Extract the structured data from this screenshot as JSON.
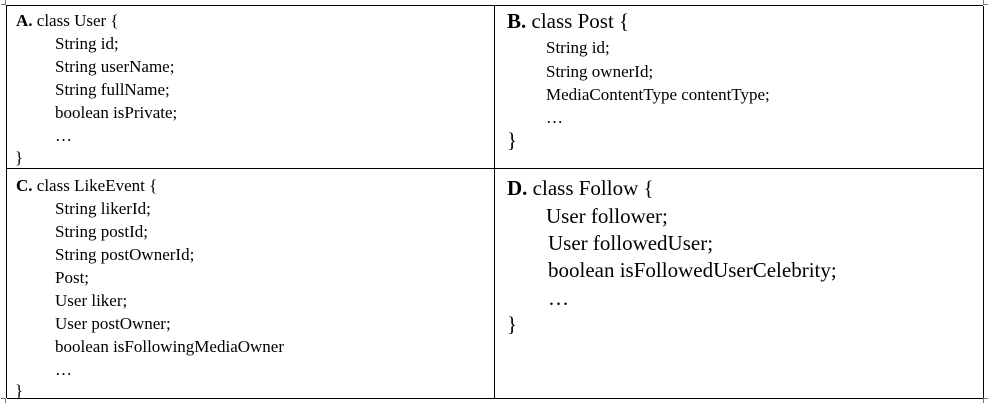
{
  "cells": {
    "a": {
      "letter": "A.",
      "header": " class User {",
      "lines": [
        "String id;",
        "String userName;",
        "String fullName;",
        "boolean isPrivate;",
        "…"
      ],
      "close": "}"
    },
    "b": {
      "letter": "B.",
      "header": " class Post {",
      "lines": [
        "String id;",
        "String ownerId;",
        "MediaContentType contentType;",
        "…"
      ],
      "close": "}"
    },
    "c": {
      "letter": "C.",
      "header": " class LikeEvent {",
      "lines": [
        "String likerId;",
        "String postId;",
        "String postOwnerId;",
        "Post;",
        "User liker;",
        "User postOwner;",
        "boolean isFollowingMediaOwner",
        "…"
      ],
      "close": "}"
    },
    "d": {
      "letter": "D.",
      "header": " class Follow {",
      "lines": [
        "User follower;",
        "User followedUser;",
        "boolean isFollowedUserCelebrity;",
        "…"
      ],
      "close": "}"
    }
  }
}
